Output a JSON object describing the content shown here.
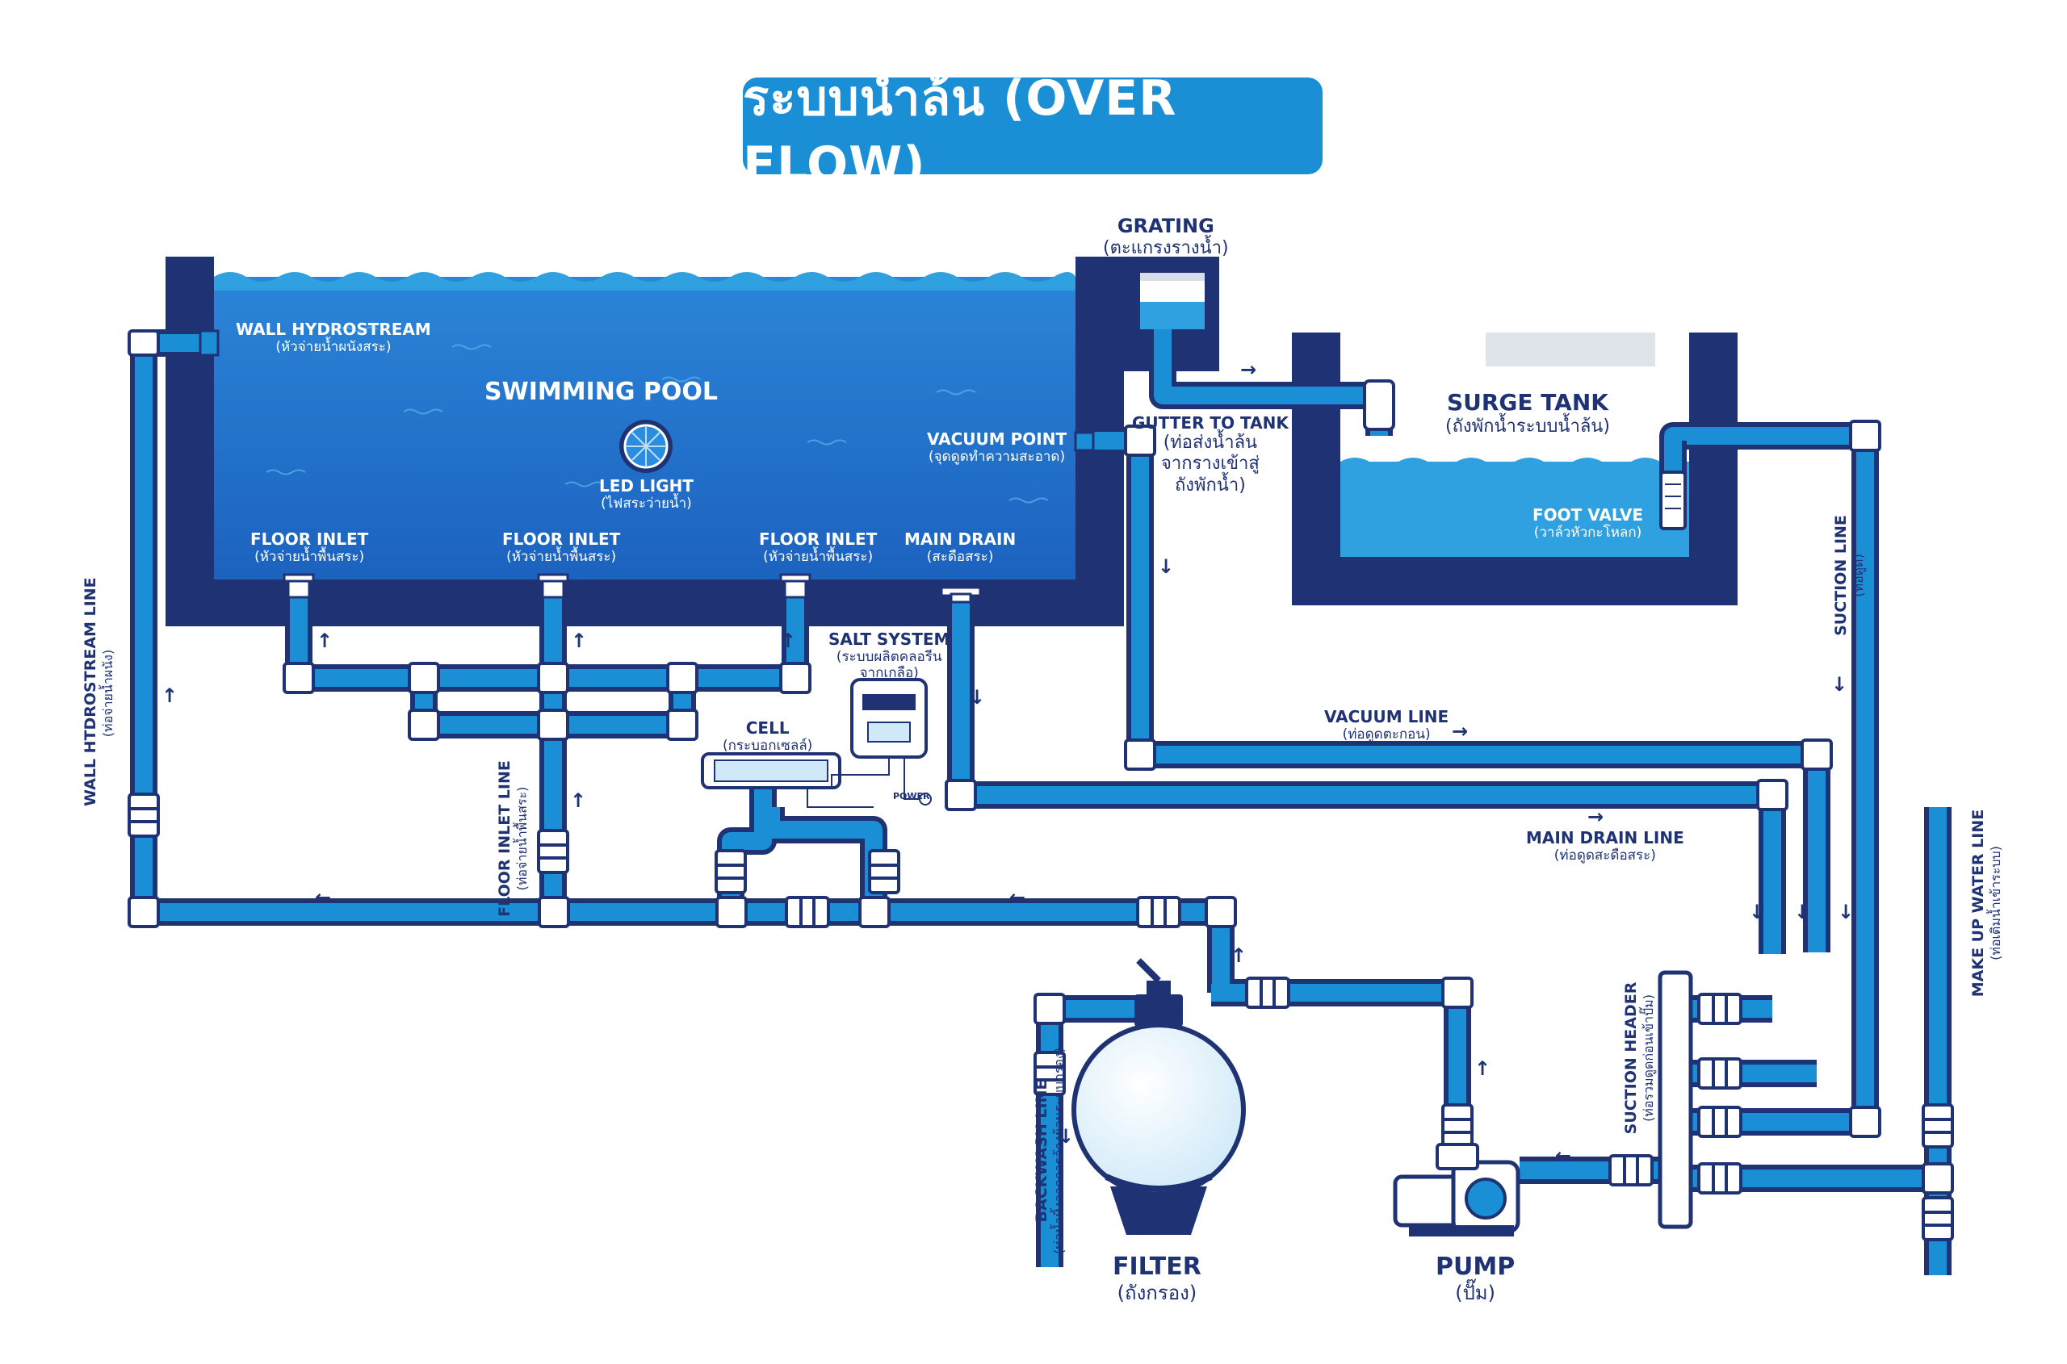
{
  "title": "ระบบน้ำล้น (OVER FLOW)",
  "colors": {
    "navy": "#1f3273",
    "pipe": "#1a8fd6",
    "pool": "#1f6fc9",
    "water": "#2fa0e0",
    "title_bg": "#1a8fd6"
  },
  "labels": {
    "swimming_pool": "SWIMMING POOL",
    "wall_hydrostream": {
      "en": "WALL HYDROSTREAM",
      "th": "(หัวจ่ายน้ำผนังสระ)"
    },
    "led_light": {
      "en": "LED LIGHT",
      "th": "(ไฟสระว่ายน้ำ)"
    },
    "vacuum_point": {
      "en": "VACUUM POINT",
      "th": "(จุดดูดทำความสะอาด)"
    },
    "floor_inlet_1": {
      "en": "FLOOR INLET",
      "th": "(หัวจ่ายน้ำพื้นสระ)"
    },
    "floor_inlet_2": {
      "en": "FLOOR INLET",
      "th": "(หัวจ่ายน้ำพื้นสระ)"
    },
    "floor_inlet_3": {
      "en": "FLOOR INLET",
      "th": "(หัวจ่ายน้ำพื้นสระ)"
    },
    "main_drain": {
      "en": "MAIN DRAIN",
      "th": "(สะดือสระ)"
    },
    "grating": {
      "en": "GRATING",
      "th": "(ตะแกรงรางน้ำ)"
    },
    "gutter_to_tank": {
      "en": "GUTTER TO TANK",
      "th1": "(ท่อส่งน้ำล้น",
      "th2": "จากรางเข้าสู่",
      "th3": "ถังพักน้ำ)"
    },
    "surge_tank": {
      "en": "SURGE TANK",
      "th": "(ถังพักน้ำระบบน้ำล้น)"
    },
    "foot_valve": {
      "en": "FOOT VALVE",
      "th": "(วาล์วหัวกะโหลก)"
    },
    "salt_system": {
      "en": "SALT SYSTEM",
      "th1": "(ระบบผลิตคลอรีน",
      "th2": "จากเกลือ)"
    },
    "cell": {
      "en": "CELL",
      "th": "(กระบอกเซลล์)"
    },
    "power": "POWER",
    "vacuum_line": {
      "en": "VACUUM LINE",
      "th": "(ท่อดูดตะกอน)"
    },
    "main_drain_line": {
      "en": "MAIN DRAIN LINE",
      "th": "(ท่อดูดสะดือสระ)"
    },
    "wall_hydrostream_line": {
      "en": "WALL HTDROSTREAM LINE",
      "th": "(ท่อจ่ายน้ำผนัง)"
    },
    "floor_inlet_line": {
      "en": "FLOOR INLET LINE",
      "th": "(ท่อจ่ายน้ำพื้นสระ)"
    },
    "suction_line": {
      "en": "SUCTION LINE",
      "th": "(ท่อดูด)"
    },
    "make_up_water_line": {
      "en": "MAKE UP WATER LINE",
      "th": "(ท่อเติมน้ำเข้าระบบ)"
    },
    "suction_header": {
      "en": "SUCTION HEADER",
      "th": "(ท่อรวมดูดก่อนเข้าปั๊ม)"
    },
    "backwash_line": {
      "en": "BACKWASH LINE",
      "th": "(ท่อน้ำทิ้งจากการล้างย้อนระบบกรอง)"
    },
    "filter": {
      "en": "FILTER",
      "th": "(ถังกรอง)"
    },
    "pump": {
      "en": "PUMP",
      "th": "(ปั๊ม)"
    }
  },
  "icons": [
    "flow-arrow-icon",
    "valve-icon",
    "led-light-icon",
    "salt-controller-icon",
    "pump-icon",
    "filter-tank-icon"
  ]
}
